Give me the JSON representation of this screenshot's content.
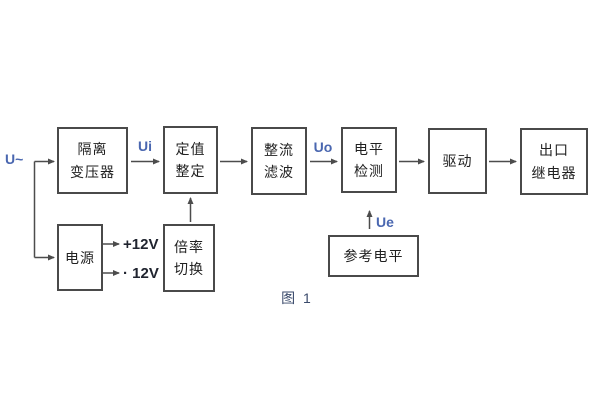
{
  "figure_caption": "图 1",
  "input_label": "U~",
  "signal_labels": {
    "ui": "Ui",
    "uo": "Uo",
    "ue": "Ue"
  },
  "power_labels": {
    "positive": "+12V",
    "negative": "· 12V"
  },
  "blocks": {
    "isolation_transformer": {
      "line1": "隔离",
      "line2": "变压器"
    },
    "setpoint_setting": {
      "line1": "定值",
      "line2": "整定"
    },
    "rectifier_filter": {
      "line1": "整流",
      "line2": "滤波"
    },
    "level_detection": {
      "line1": "电平",
      "line2": "检测"
    },
    "driver": {
      "label": "驱动"
    },
    "output_relay": {
      "line1": "出口",
      "line2": "继电器"
    },
    "power_supply": {
      "label": "电源"
    },
    "ratio_switching": {
      "line1": "倍率",
      "line2": "切换"
    },
    "reference_level": {
      "label": "参考电平"
    }
  },
  "colors": {
    "line": "#4c4c4c",
    "box_border": "#4a4a4a",
    "text": "#212121",
    "signal_text": "#4a67b0"
  }
}
